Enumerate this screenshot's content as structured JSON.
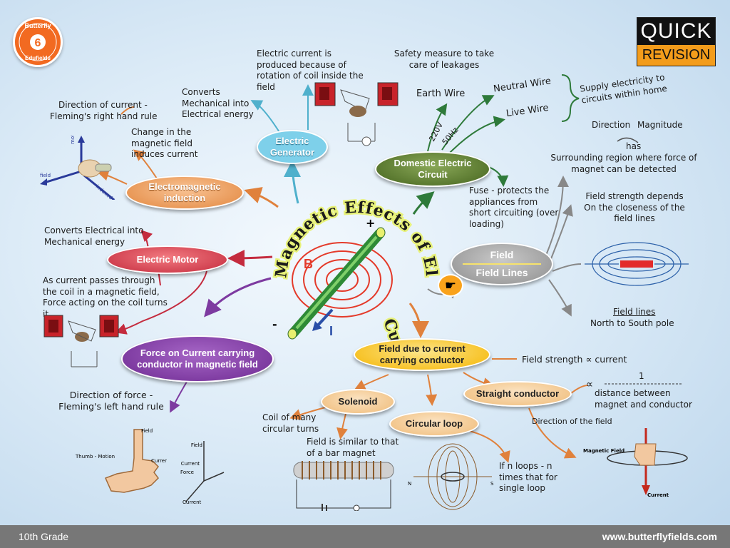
{
  "brand": {
    "logo_top": "Butterfly",
    "logo_bottom": "Edufields",
    "badge_top": "QUICK",
    "badge_bottom": "REVISION"
  },
  "title": {
    "line1": "Magnetic Effects of Electric",
    "line2": "Current"
  },
  "coil_labels": {
    "plus": "+",
    "minus": "-",
    "b": "B",
    "i": "I"
  },
  "nodes": {
    "electric_generator": "Electric Generator",
    "domestic_circuit": "Domestic Electric Circuit",
    "em_induction": "Electromagnetic induction",
    "electric_motor": "Electric Motor",
    "force_on_conductor": "Force on Current carrying conductor in magnetic field",
    "field_due_to_current": "Field due to current carrying conductor",
    "field": "Field",
    "field_lines": "Field Lines",
    "solenoid": "Solenoid",
    "circular_loop": "Circular loop",
    "straight_conductor": "Straight conductor"
  },
  "texts": {
    "gen_produced": "Electric current is produced because of rotation of coil inside the field",
    "gen_converts": "Converts Mechanical into Electrical energy",
    "safety": "Safety measure to take care of leakages",
    "earth_wire": "Earth Wire",
    "neutral_wire": "Neutral Wire",
    "live_wire": "Live Wire",
    "supply": "Supply electricity to circuits within home",
    "v220": "220V",
    "hz50": "50Hz",
    "fuse": "Fuse - protects the appliances from short circuiting (over loading)",
    "direction": "Direction",
    "magnitude": "Magnitude",
    "has": "has",
    "surrounding": "Surrounding region where force of magnet can be detected",
    "field_strength_depends": "Field strength depends On the closeness of the field lines",
    "field_lines_title": "Field lines",
    "north_south": "North to South pole",
    "dir_current": "Direction of current -",
    "fleming_right": "Fleming's right hand rule",
    "change_flux": "Change in the magnetic field induces current",
    "motor_converts": "Converts Electrical into Mechanical energy",
    "motor_as_current": "As current passes through the coil in a magnetic field, Force acting on the coil turns it",
    "dir_force": "Direction of force - Fleming's left hand rule",
    "field_strength_prop": "Field strength ∝ current",
    "prop": "∝",
    "one": "1",
    "dist": "distance between magnet and conductor",
    "coil_many": "Coil of many circular turns",
    "bar_magnet": "Field is similar to that of a bar magnet",
    "n_loops": "If n loops - n times that for single loop",
    "dir_field": "Direction of the field",
    "lh_field": "Field",
    "lh_thumb": "Thumb - Motion",
    "lh_current": "Current",
    "lh_force": "Force",
    "ax_field": "Field",
    "ax_current": "Current",
    "sc_magnetic_field": "Magnetic Field",
    "sc_current": "Current",
    "rh_motion": "motion",
    "rh_field": "field",
    "rh_current": "induced current",
    "loop_n": "N",
    "loop_s": "S"
  },
  "footer": {
    "grade": "10th Grade",
    "url": "www.butterflyfields.com"
  },
  "colors": {
    "generator": "#5fc0de",
    "domestic": "#5b7a2c",
    "induction": "#f0a464",
    "motor": "#d8464e",
    "force": "#7d3aa0",
    "field_due": "#f6c21c",
    "field": "#9a9a9a",
    "sub_orange": "#f4cd98"
  }
}
